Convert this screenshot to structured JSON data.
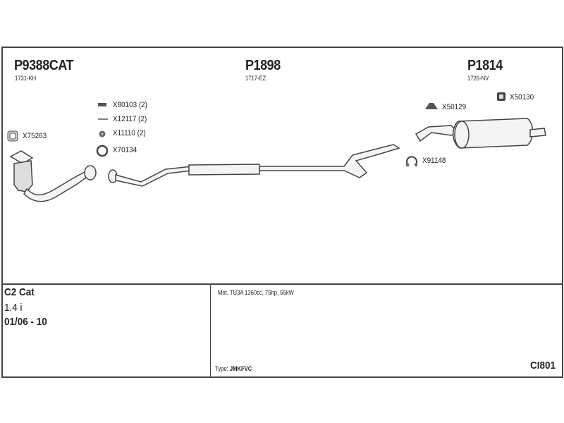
{
  "parts": [
    {
      "number": "P9388CAT",
      "ref": "1731-KH"
    },
    {
      "number": "P1898",
      "ref": "1717-EZ"
    },
    {
      "number": "P1814",
      "ref": "1726-NV"
    }
  ],
  "accessories": {
    "x75263": "X75263",
    "x80103": "X80103 (2)",
    "x12117": "X12117 (2)",
    "x11110": "X11110 (2)",
    "x70134": "X70134",
    "x50129": "X50129",
    "x50130": "X50130",
    "x91148": "X91148"
  },
  "vehicle": {
    "model": "C2 Cat",
    "engine": "1.4 i",
    "years": "01/06 - 10"
  },
  "details": {
    "motor": "Mot. TU3A 1360cc, 75hp, 55kW",
    "type_label": "Type:",
    "type_value": "JMKFVC",
    "code": "CI801"
  }
}
